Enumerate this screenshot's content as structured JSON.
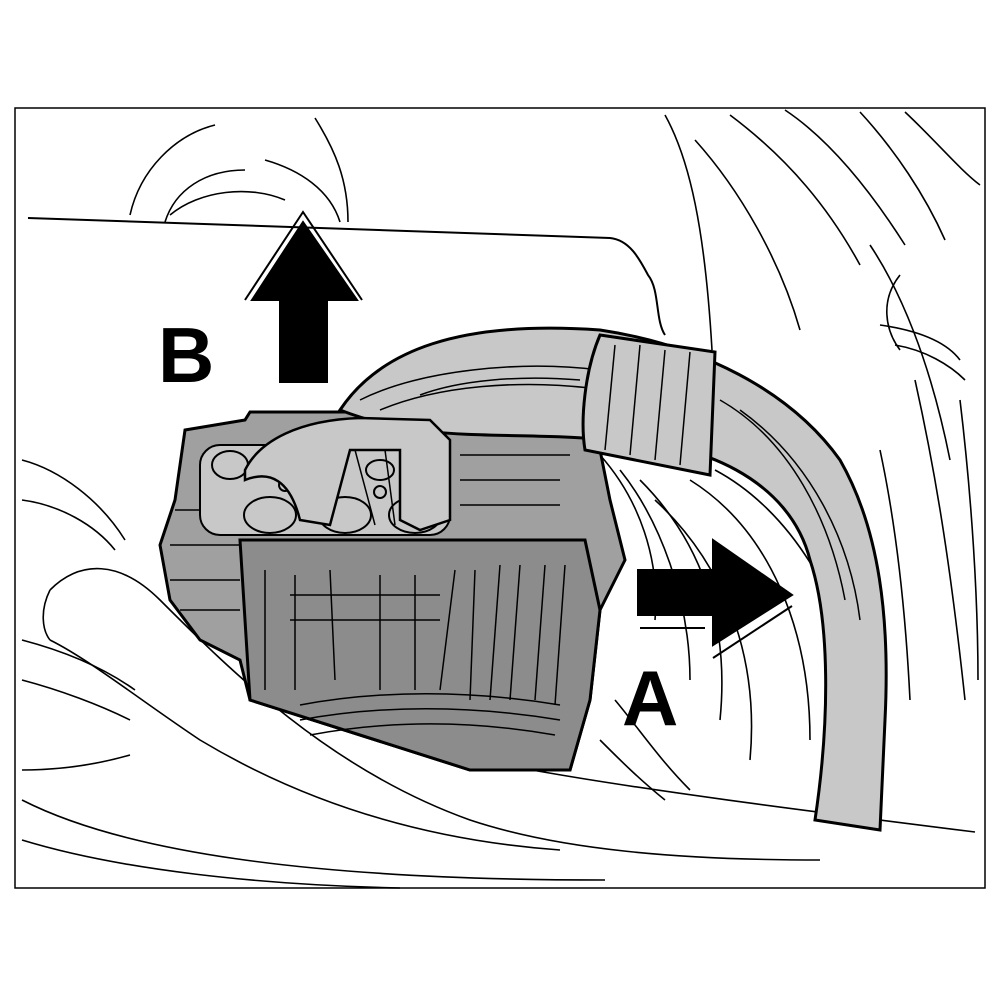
{
  "figure": {
    "callouts": [
      {
        "id": "A",
        "text": "A",
        "meaning": "pull-direction-right"
      },
      {
        "id": "B",
        "text": "B",
        "meaning": "lift-direction-up"
      }
    ],
    "colors": {
      "line": "#000000",
      "background": "#ffffff",
      "harness": "#c8c8c8",
      "connector": "#8c8c8c",
      "bracket": "#a0a0a0",
      "arrow": "#000000"
    },
    "icons": {
      "arrow_a": "arrow-right-icon",
      "arrow_b": "arrow-up-icon"
    }
  }
}
